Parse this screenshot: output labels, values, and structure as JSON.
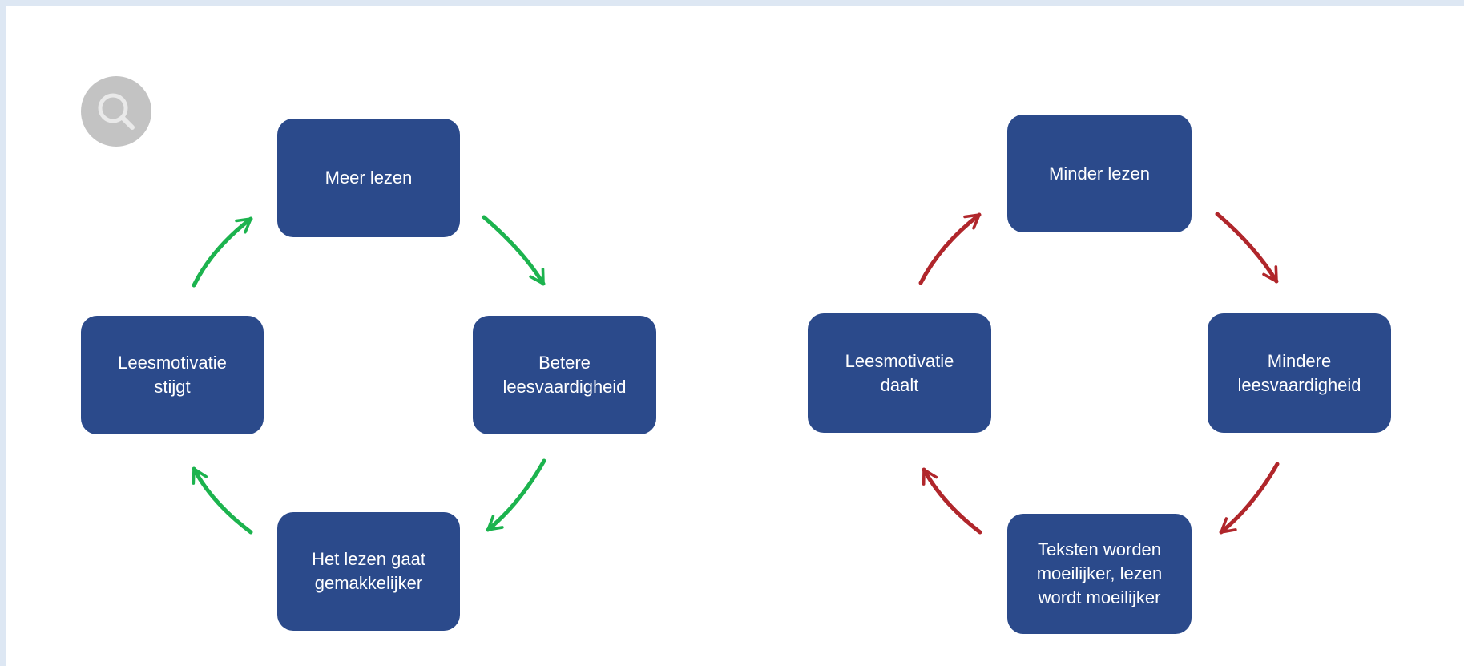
{
  "zoom_button": {
    "icon": "magnifier-icon"
  },
  "colors": {
    "box_fill": "#2b4a8b",
    "box_text": "#ffffff",
    "positive_arrow": "#1cb34e",
    "negative_arrow": "#b0262b",
    "zoom_button": "#c3c3c3"
  },
  "positive_cycle": {
    "top": "Meer lezen",
    "right": "Betere\nleesvaardigheid",
    "bottom": "Het lezen gaat\ngemakkelijker",
    "left": "Leesmotivatie\nstijgt"
  },
  "negative_cycle": {
    "top": "Minder lezen",
    "right": "Mindere\nleesvaardigheid",
    "bottom": "Teksten worden\nmoeilijker, lezen\nwordt moeilijker",
    "left": "Leesmotivatie\ndaalt"
  }
}
